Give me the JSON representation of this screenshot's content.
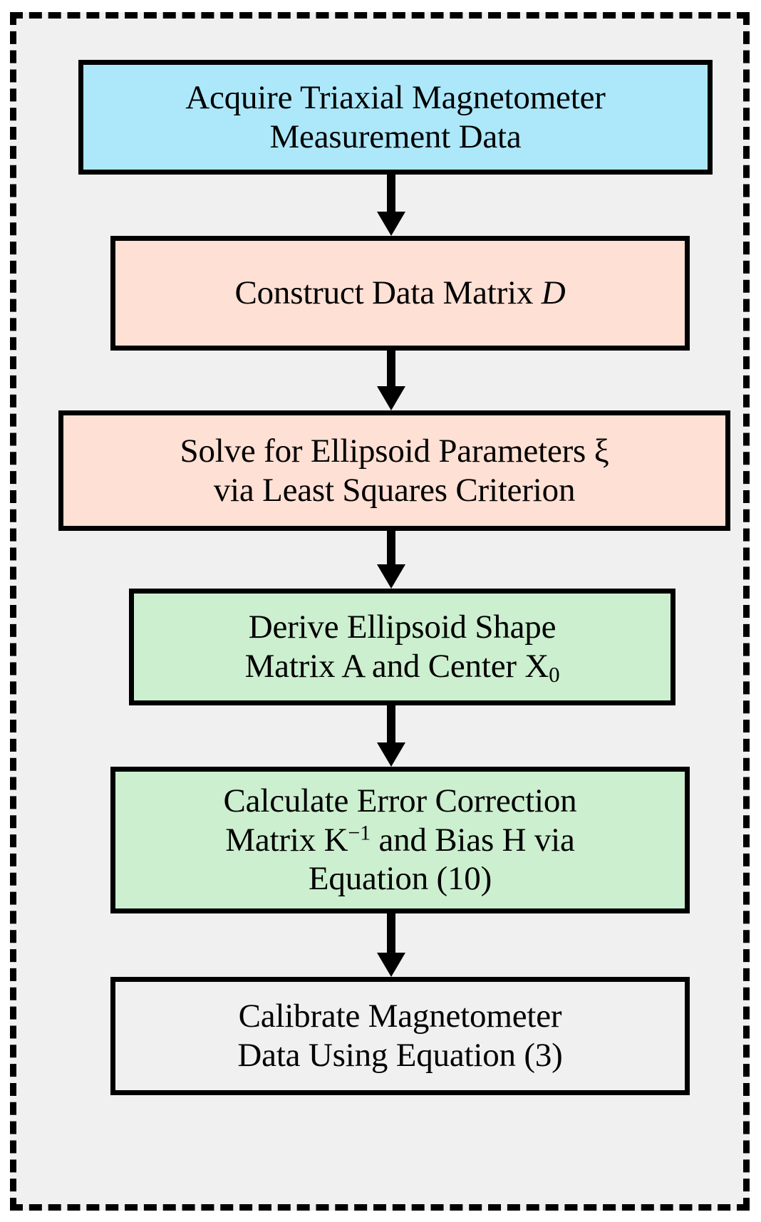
{
  "diagram": {
    "title": "Magnetometer Ellipsoid-Fitting Calibration Flowchart",
    "background_color": "#f0f0f0",
    "frame": {
      "style": "dashed",
      "color": "#000000"
    },
    "colors": {
      "blue_fill": "#ade8fa",
      "pink_fill": "#ffe0d4",
      "green_fill": "#ccefcf",
      "plain_fill": "#f0f0f0",
      "outline": "#000000",
      "text": "#000000"
    },
    "nodes": [
      {
        "id": "acquire",
        "fill": "#ade8fa",
        "lines": [
          "Acquire Triaxial Magnetometer",
          "Measurement Data"
        ],
        "text": "Acquire Triaxial Magnetometer Measurement Data"
      },
      {
        "id": "construct",
        "fill": "#ffe0d4",
        "lines": [
          "Construct Data Matrix D"
        ],
        "text": "Construct Data Matrix D",
        "italic_symbol": "D"
      },
      {
        "id": "solve",
        "fill": "#ffe0d4",
        "lines": [
          "Solve for Ellipsoid Parameters ξ",
          "via Least Squares Criterion"
        ],
        "text": "Solve for Ellipsoid Parameters ξ via Least Squares Criterion",
        "symbol": "ξ"
      },
      {
        "id": "derive",
        "fill": "#ccefcf",
        "lines": [
          "Derive Ellipsoid Shape",
          "Matrix A and Center X₀"
        ],
        "text": "Derive Ellipsoid Shape Matrix A and Center X0",
        "subscript": "0"
      },
      {
        "id": "calculate",
        "fill": "#ccefcf",
        "lines": [
          "Calculate Error Correction",
          "Matrix K⁻¹ and Bias H via",
          "Equation (10)"
        ],
        "text": "Calculate Error Correction Matrix K-1 and Bias H via Equation (10)",
        "superscript": "−1",
        "equation_ref": "(10)"
      },
      {
        "id": "calibrate",
        "fill": "#f0f0f0",
        "lines": [
          "Calibrate Magnetometer",
          "Data Using Equation (3)"
        ],
        "text": "Calibrate Magnetometer Data Using Equation (3)",
        "equation_ref": "(3)"
      }
    ],
    "node_text": {
      "acquire_l1": "Acquire Triaxial Magnetometer",
      "acquire_l2": "Measurement Data",
      "construct_pre": "Construct Data Matrix ",
      "construct_sym": "D",
      "solve_l1_pre": "Solve for Ellipsoid Parameters ",
      "solve_l1_sym": "ξ",
      "solve_l2": "via Least Squares Criterion",
      "derive_l1": "Derive Ellipsoid Shape",
      "derive_l2_pre": "Matrix A and Center X",
      "derive_l2_sub": "0",
      "calculate_l1": "Calculate Error Correction",
      "calculate_l2_pre": "Matrix K",
      "calculate_l2_sup": "−1",
      "calculate_l2_post": " and Bias H via",
      "calculate_l3": "Equation (10)",
      "calibrate_l1": "Calibrate Magnetometer",
      "calibrate_l2": "Data Using Equation (3)"
    },
    "edges": [
      {
        "id": "edge-1",
        "from": "acquire",
        "to": "construct",
        "arrow": "down"
      },
      {
        "id": "edge-2",
        "from": "construct",
        "to": "solve",
        "arrow": "down"
      },
      {
        "id": "edge-3",
        "from": "solve",
        "to": "derive",
        "arrow": "down"
      },
      {
        "id": "edge-4",
        "from": "derive",
        "to": "calculate",
        "arrow": "down"
      },
      {
        "id": "edge-5",
        "from": "calculate",
        "to": "calibrate",
        "arrow": "down"
      }
    ]
  }
}
